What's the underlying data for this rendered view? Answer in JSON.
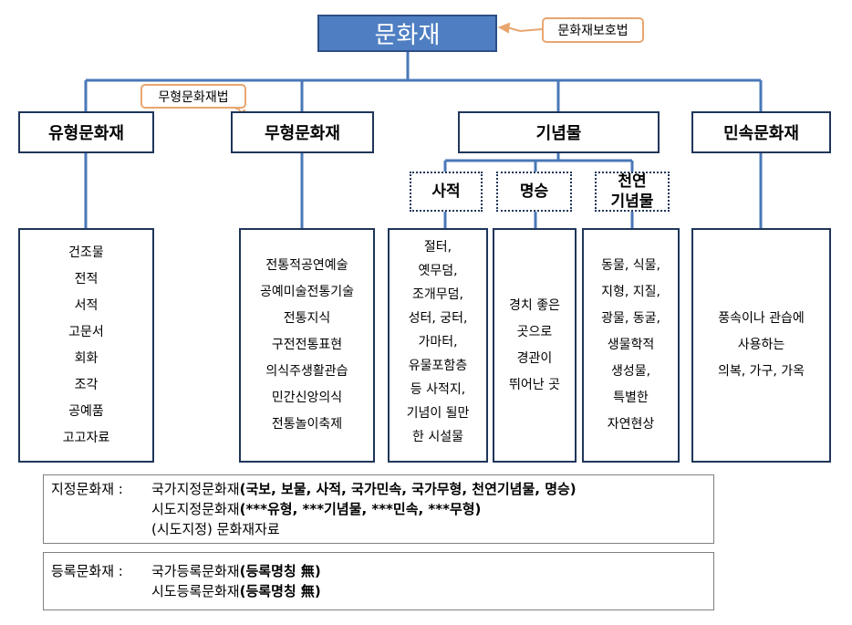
{
  "root": {
    "label": "문화재",
    "law": "문화재보호법"
  },
  "categories": {
    "tangible": {
      "label": "유형문화재",
      "items": [
        "건조물",
        "전적",
        "서적",
        "고문서",
        "회화",
        "조각",
        "공예품",
        "고고자료"
      ]
    },
    "intangible": {
      "label": "무형문화재",
      "law": "무형문화재법",
      "items": [
        "전통적공연예술",
        "공예미술전통기술",
        "전통지식",
        "구전전통표현",
        "의식주생활관습",
        "민간신앙의식",
        "전통놀이축제"
      ]
    },
    "monument": {
      "label": "기념물",
      "historic_site": {
        "label": "사적",
        "items": [
          "절터,",
          "옛무덤,",
          "조개무덤,",
          "성터, 궁터,",
          "가마터,",
          "유물포함층",
          "등 사적지,",
          "기념이 될만",
          "한 시설물"
        ]
      },
      "scenic_site": {
        "label": "명승",
        "items": [
          "경치 좋은",
          "곳으로",
          "경관이",
          "뛰어난 곳"
        ]
      },
      "natural_monument": {
        "label_1": "천연",
        "label_2": "기념물",
        "items": [
          "동물, 식물,",
          "지형, 지질,",
          "광물, 동굴,",
          "생물학적",
          "생성물,",
          "특별한",
          "자연현상"
        ]
      }
    },
    "folklore": {
      "label": "민속문화재",
      "items": [
        "풍속이나 관습에",
        "사용하는",
        "의복, 가구, 가옥"
      ]
    }
  },
  "legend": {
    "designated": {
      "label": "지정문화재 :",
      "row1_plain": "국가지정문화재",
      "row1_bold": "(국보, 보물, 사적, 국가민속, 국가무형, 천연기념물, 명승)",
      "row2_plain": "시도지정문화재",
      "row2_bold": "(***유형, ***기념물, ***민속, ***무형)",
      "row3_plain": "(시도지정) 문화재자료"
    },
    "registered": {
      "label": "등록문화재 :",
      "row1_plain": "국가등록문화재",
      "row1_bold": "(등록명칭 無)",
      "row2_plain": "시도등록문화재",
      "row2_bold": "(등록명칭 無)"
    }
  },
  "colors": {
    "root_fill": "#4f7fc2",
    "connector": "#4a78b8",
    "box_border": "#1f3659",
    "callout_border": "#e8a66f"
  }
}
